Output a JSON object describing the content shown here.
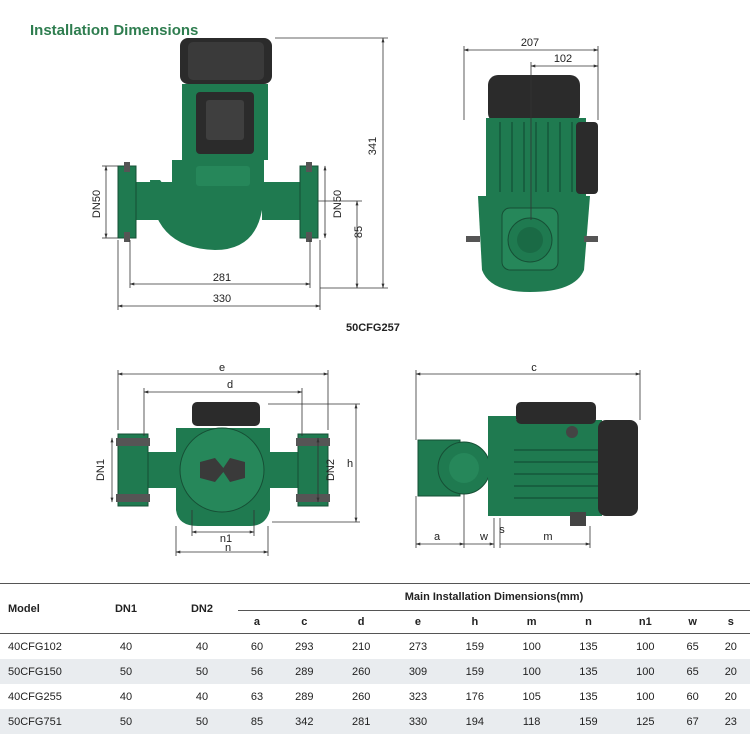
{
  "title": "Installation Dimensions",
  "model_caption": "50CFG257",
  "drawing_labels": {
    "top_front": {
      "dn_left": "DN50",
      "dn_right": "DN50",
      "height": "341",
      "axis_height": "85",
      "width_inner": "281",
      "width_outer": "330"
    },
    "top_side": {
      "width_total": "207",
      "width_half": "102"
    },
    "bottom_front": {
      "e": "e",
      "d": "d",
      "dn1": "DN1",
      "dn2": "DN2",
      "h": "h",
      "n1": "n1",
      "n": "n"
    },
    "bottom_side": {
      "c": "c",
      "a": "a",
      "w": "w",
      "s": "s",
      "m": "m"
    }
  },
  "table": {
    "group_header": "Main Installation Dimensions(mm)",
    "col_model": "Model",
    "col_dn1": "DN1",
    "col_dn2": "DN2",
    "sub_columns": [
      "a",
      "c",
      "d",
      "e",
      "h",
      "m",
      "n",
      "n1",
      "w",
      "s"
    ],
    "rows": [
      {
        "model": "40CFG102",
        "dn1": "40",
        "dn2": "40",
        "values": [
          "60",
          "293",
          "210",
          "273",
          "159",
          "100",
          "135",
          "100",
          "65",
          "20"
        ]
      },
      {
        "model": "50CFG150",
        "dn1": "50",
        "dn2": "50",
        "values": [
          "56",
          "289",
          "260",
          "309",
          "159",
          "100",
          "135",
          "100",
          "65",
          "20"
        ]
      },
      {
        "model": "40CFG255",
        "dn1": "40",
        "dn2": "40",
        "values": [
          "63",
          "289",
          "260",
          "323",
          "176",
          "105",
          "135",
          "100",
          "60",
          "20"
        ]
      },
      {
        "model": "50CFG751",
        "dn1": "50",
        "dn2": "50",
        "values": [
          "85",
          "342",
          "281",
          "330",
          "194",
          "118",
          "159",
          "125",
          "67",
          "23"
        ]
      }
    ]
  },
  "colors": {
    "pump_green": "#1f7a50",
    "motor_black": "#2b2b2b",
    "title_green": "#2e7d4f"
  }
}
